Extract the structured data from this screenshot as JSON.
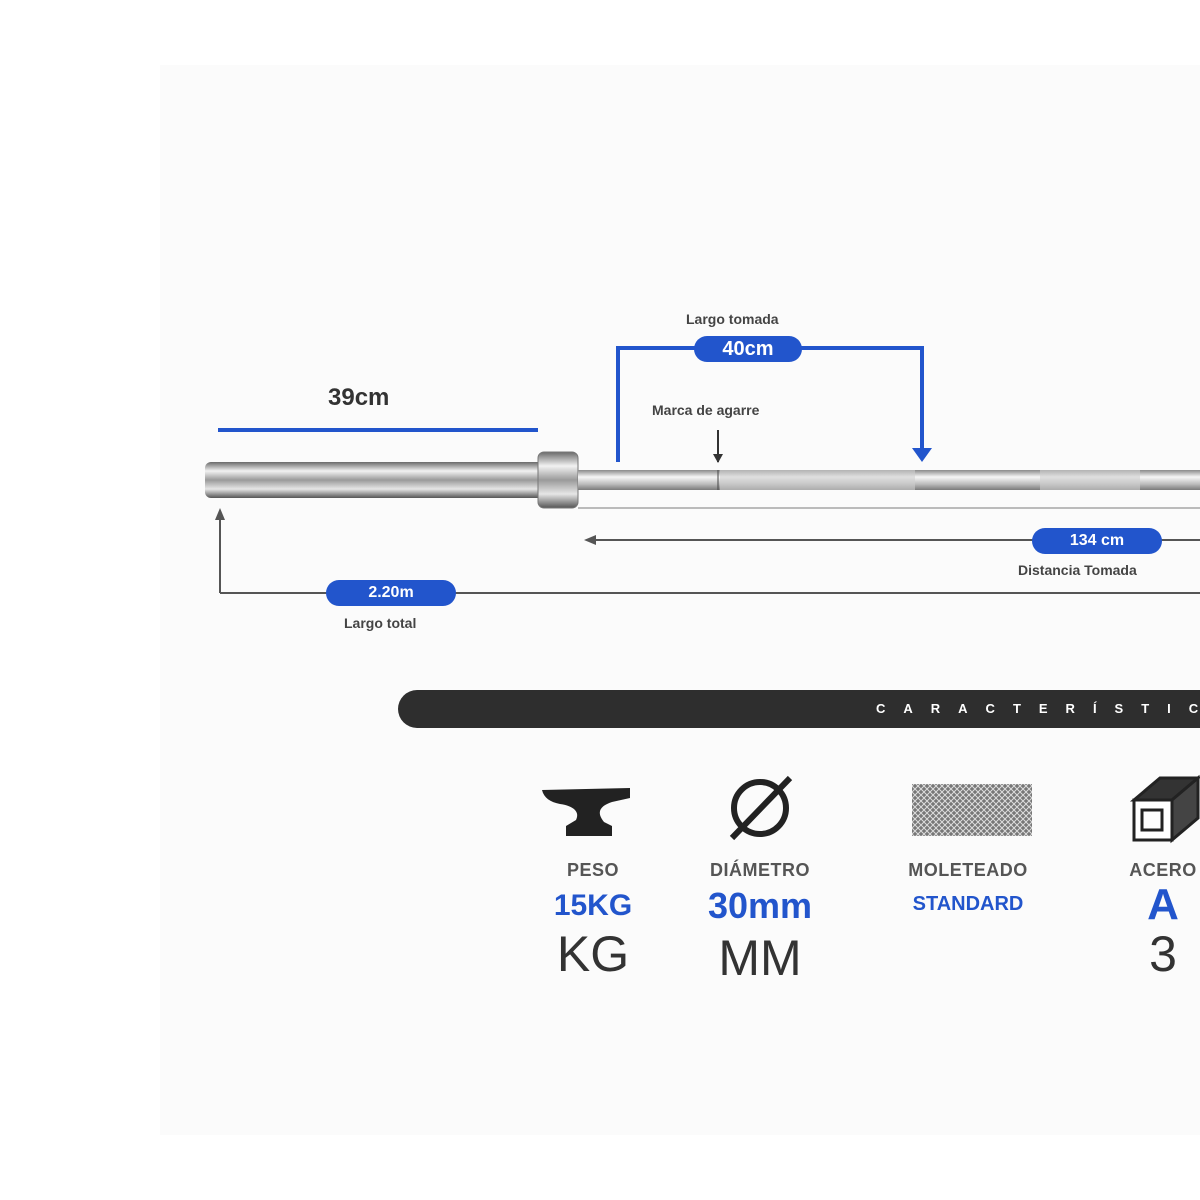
{
  "dimensions": {
    "sleeve_length": "39cm",
    "grip_length_title": "Largo tomada",
    "grip_length_value": "40cm",
    "grip_mark_label": "Marca de agarre",
    "grip_distance_value": "134 cm",
    "grip_distance_label": "Distancia Tomada",
    "total_length_value": "2.20m",
    "total_length_label": "Largo total"
  },
  "header": {
    "title": "CARACTERÍSTICAS"
  },
  "specs": [
    {
      "icon": "anvil-icon",
      "label": "PESO",
      "value": "15KG",
      "unit": "KG"
    },
    {
      "icon": "diameter-icon",
      "label": "DIÁMETRO",
      "value": "30mm",
      "unit": "MM"
    },
    {
      "icon": "knurling-icon",
      "label": "MOLETEADO",
      "value": "STANDARD",
      "unit": ""
    },
    {
      "icon": "steel-beam-icon",
      "label": "ACERO",
      "value": "A",
      "unit": "3"
    }
  ],
  "colors": {
    "accent": "#2255cc",
    "dark": "#2e2e2e"
  }
}
